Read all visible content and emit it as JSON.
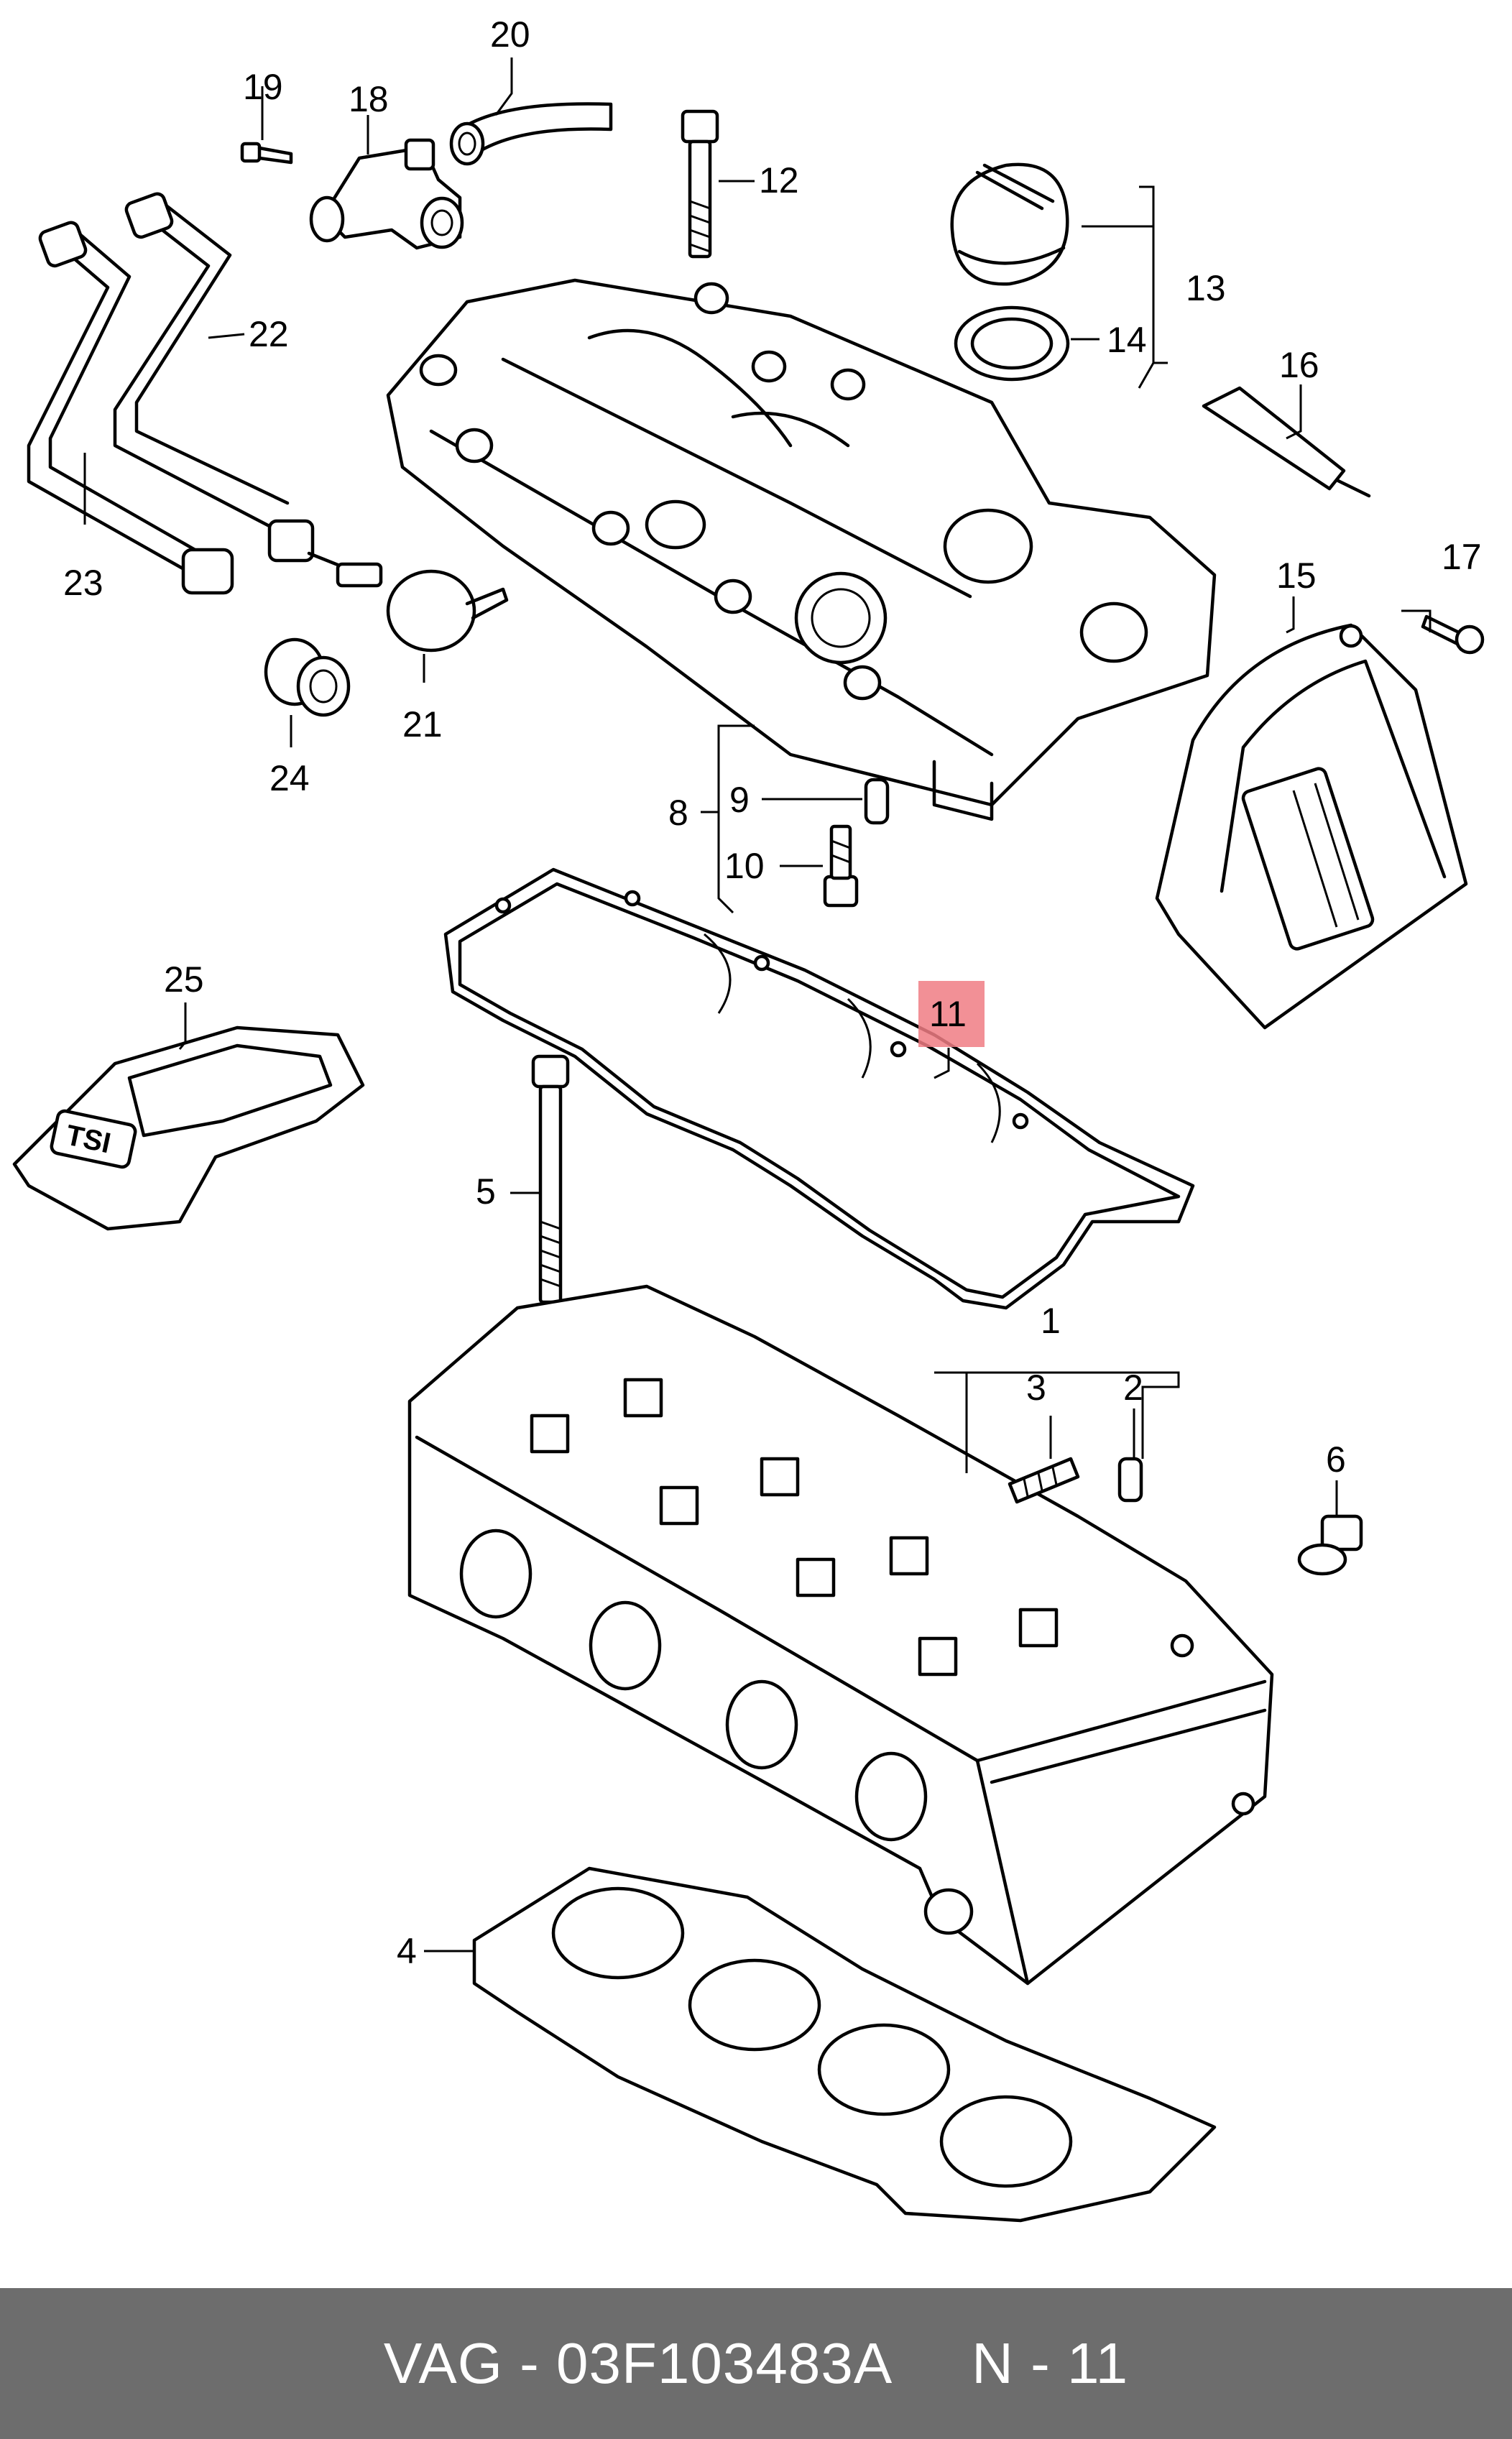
{
  "callouts": {
    "c1": "1",
    "c2": "2",
    "c3": "3",
    "c4": "4",
    "c5": "5",
    "c6": "6",
    "c8": "8",
    "c9": "9",
    "c10": "10",
    "c11": "11",
    "c12": "12",
    "c13": "13",
    "c14": "14",
    "c15": "15",
    "c16": "16",
    "c17": "17",
    "c18": "18",
    "c19": "19",
    "c20": "20",
    "c21": "21",
    "c22": "22",
    "c23": "23",
    "c24": "24",
    "c25": "25"
  },
  "highlight": {
    "part": "11",
    "color": "#f07c84"
  },
  "cover_badge": "TSI",
  "footer": {
    "brand_part": "VAG - 03F103483A",
    "page": "N - 11",
    "background": "#6d6d6d"
  }
}
